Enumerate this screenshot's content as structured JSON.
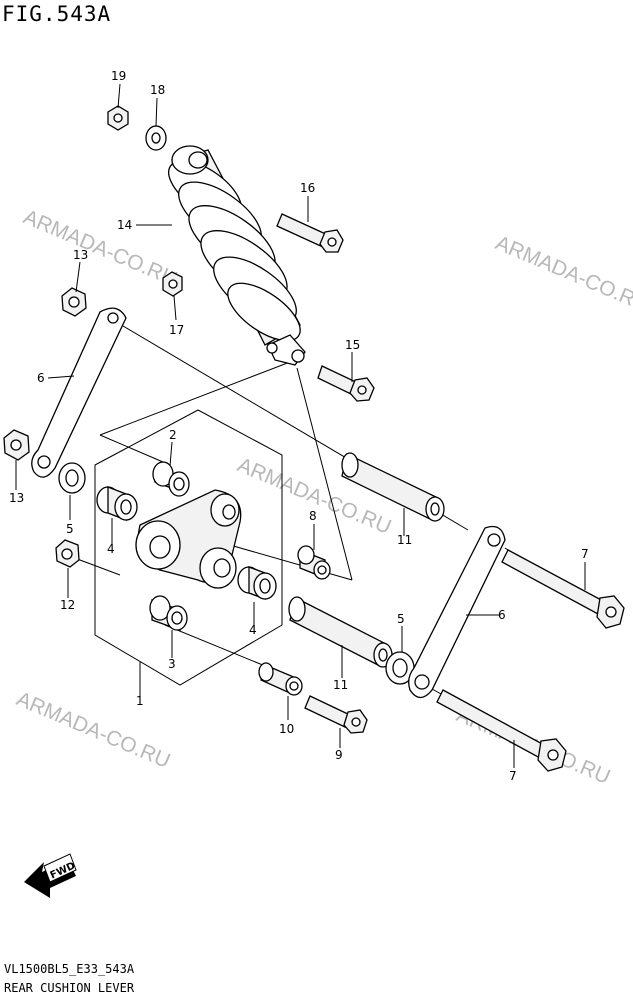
{
  "figure": {
    "title": "FIG.543A",
    "code": "VL1500BL5_E33_543A",
    "caption": "REAR CUSHION LEVER"
  },
  "watermark": "ARMADA-CO.RU",
  "fwd_label": "FWD",
  "callouts": {
    "c19": "19",
    "c18": "18",
    "c16": "16",
    "c14": "14",
    "c13a": "13",
    "c17": "17",
    "c15": "15",
    "c6a": "6",
    "c2": "2",
    "c13b": "13",
    "c5a": "5",
    "c4a": "4",
    "c8": "8",
    "c11a": "11",
    "c7a": "7",
    "c12": "12",
    "c6b": "6",
    "c5b": "5",
    "c4b": "4",
    "c3": "3",
    "c11b": "11",
    "c1": "1",
    "c10": "10",
    "c9": "9",
    "c7b": "7"
  },
  "colors": {
    "line": "#000000",
    "watermark": "#b8b8b8",
    "background": "#ffffff"
  }
}
